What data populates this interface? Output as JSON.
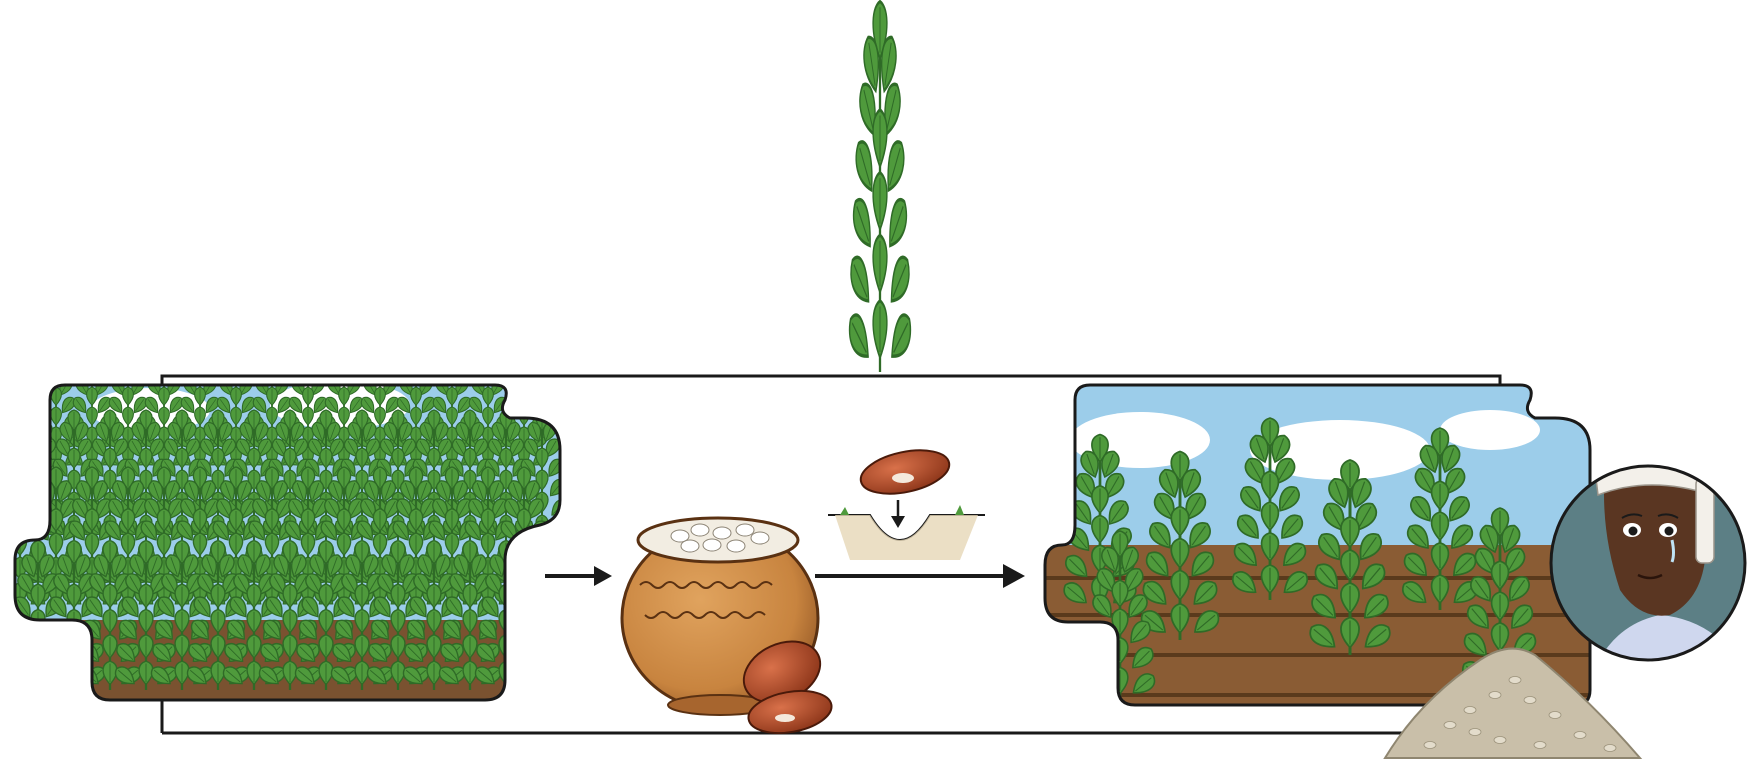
{
  "diagram": {
    "panels": [
      {
        "id": "dense-field",
        "icon": "dense-bean-field"
      },
      {
        "id": "seed-storage",
        "icon": "clay-pot-with-beans"
      },
      {
        "id": "planting",
        "icon": "bean-seed-into-soil"
      },
      {
        "id": "sparse-field",
        "icon": "sparse-bean-field"
      }
    ],
    "icons": [
      "tall-bean-plant-icon",
      "farmer-crying-icon",
      "grain-pile-icon"
    ],
    "colors": {
      "leaf": "#4f9a3c",
      "leaf_dark": "#2f6b27",
      "sky": "#9ccdea",
      "soil": "#7a5230",
      "pot": "#c8843f",
      "bean": "#b34a2a",
      "outline": "#1a1a1a",
      "grain": "#c9bfa9",
      "badge_bg": "#5c7f85"
    }
  }
}
